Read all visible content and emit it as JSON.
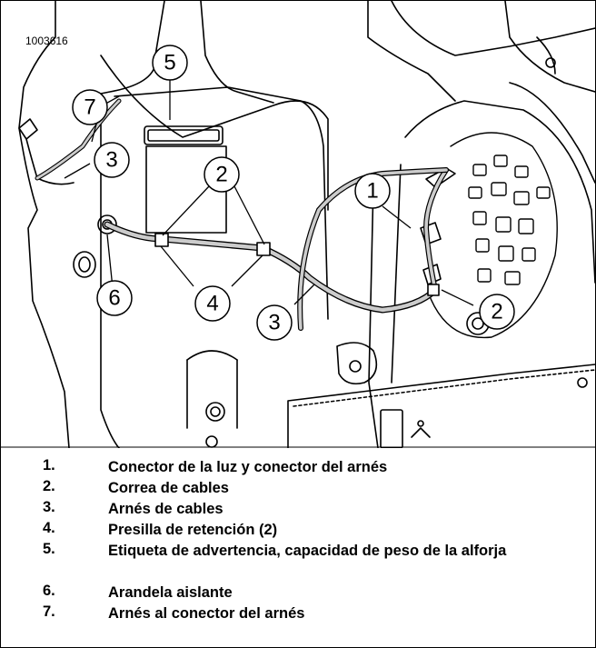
{
  "figure": {
    "id_label": "1003616",
    "callouts": [
      "5",
      "7",
      "3",
      "2",
      "1",
      "6",
      "4",
      "3",
      "2"
    ]
  },
  "legend": [
    {
      "num": "1.",
      "text": "Conector de la luz y conector del arnés"
    },
    {
      "num": "2.",
      "text": "Correa de cables"
    },
    {
      "num": "3.",
      "text": "Arnés de cables"
    },
    {
      "num": "4.",
      "text": "Presilla de retención (2)"
    },
    {
      "num": "5.",
      "text": "Etiqueta de advertencia, capacidad de peso de la alforja"
    },
    {
      "num": "6.",
      "text": "Arandela aislante"
    },
    {
      "num": "7.",
      "text": "Arnés al conector del arnés"
    }
  ]
}
